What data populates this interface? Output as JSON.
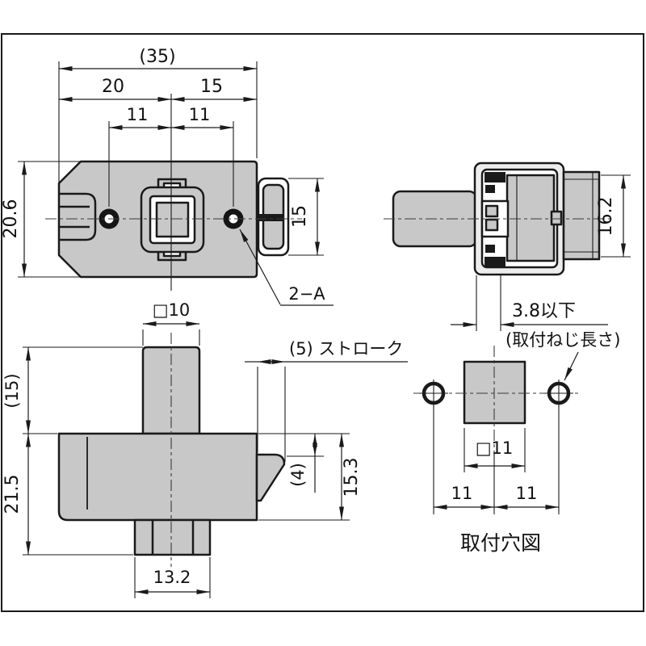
{
  "drawing": {
    "type": "technical-dimension-drawing",
    "colors": {
      "part_fill": "#c8c8c8",
      "line": "#1a1a1a",
      "background": "#ffffff"
    },
    "top_view": {
      "overall_width": "(35)",
      "left_width": "20",
      "right_width": "15",
      "hole_left": "11",
      "hole_right": "11",
      "height": "20.6",
      "tab_height": "15",
      "holes_label": "2−A"
    },
    "front_view": {
      "button_width": "□10",
      "button_height": "(15)",
      "total_height": "21.5",
      "body_height": "15.3",
      "latch_step": "(4)",
      "stroke_label": "(5) ストローク",
      "feet_width": "13.2"
    },
    "side_view": {
      "height": "16.2",
      "screw_depth": "3.8以下",
      "screw_note": "(取付ねじ長さ)"
    },
    "hole_view": {
      "square_size": "□11",
      "pitch_left": "11",
      "pitch_right": "11",
      "caption": "取付穴図"
    }
  }
}
